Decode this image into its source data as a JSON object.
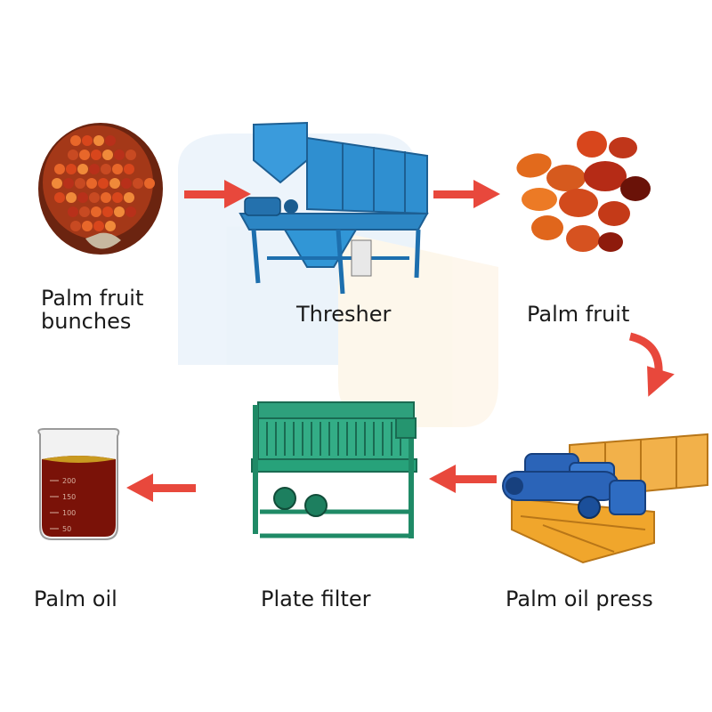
{
  "steps": [
    {
      "id": "bunches",
      "label_lines": [
        "Palm fruit",
        "bunches"
      ]
    },
    {
      "id": "thresher",
      "label": "Thresher"
    },
    {
      "id": "fruit",
      "label": "Palm fruit"
    },
    {
      "id": "press",
      "label": "Palm oil press"
    },
    {
      "id": "filter",
      "label": "Plate filter"
    },
    {
      "id": "oil",
      "label": "Palm oil"
    }
  ],
  "beaker": {
    "ticks": [
      "200",
      "150",
      "100",
      "50"
    ]
  },
  "colors": {
    "arrow": "#e8483c",
    "thresher": "#2f8fd0",
    "filter": "#27a27a",
    "press_blue": "#2b64b8",
    "press_frame": "#f0a62c",
    "oil": "#7a1208",
    "fruit": "#d8461c"
  }
}
